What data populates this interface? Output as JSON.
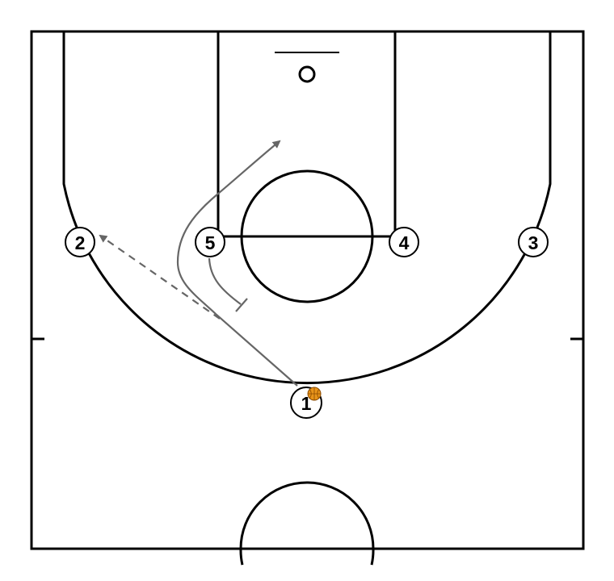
{
  "players": [
    {
      "id": "p1",
      "number": "1"
    },
    {
      "id": "p2",
      "number": "2"
    },
    {
      "id": "p3",
      "number": "3"
    },
    {
      "id": "p4",
      "number": "4"
    },
    {
      "id": "p5",
      "number": "5"
    }
  ],
  "ball_holder": "1",
  "colors": {
    "court_line": "#000000",
    "action_line": "#666666",
    "ball": "#e8941a",
    "background": "#ffffff"
  },
  "actions": [
    {
      "type": "dribble-cut",
      "from": "1",
      "description": "cut"
    },
    {
      "type": "pass",
      "from": "1",
      "to": "2",
      "style": "dashed"
    },
    {
      "type": "screen",
      "from": "5"
    }
  ]
}
